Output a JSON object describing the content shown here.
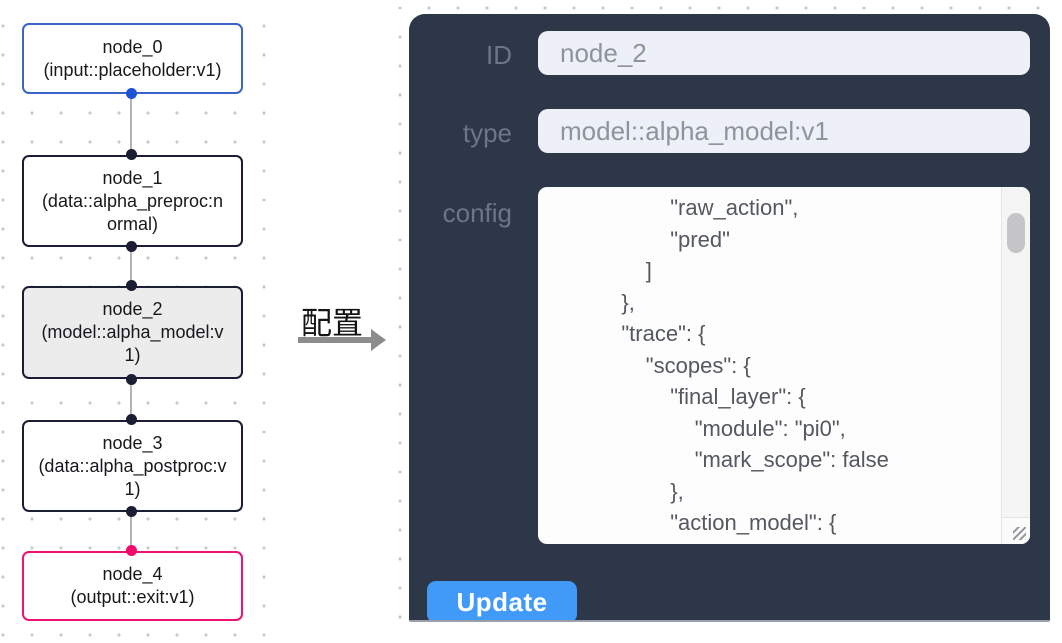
{
  "flow": {
    "nodes": [
      {
        "title": "node_0",
        "subtitle": "(input::placeholder:v1)",
        "kind": "input"
      },
      {
        "title": "node_1",
        "subtitle": "(data::alpha_preproc:normal)",
        "kind": "default"
      },
      {
        "title": "node_2",
        "subtitle": "(model::alpha_model:v1)",
        "kind": "default",
        "selected": true
      },
      {
        "title": "node_3",
        "subtitle": "(data::alpha_postproc:v1)",
        "kind": "default"
      },
      {
        "title": "node_4",
        "subtitle": "(output::exit:v1)",
        "kind": "output"
      }
    ],
    "colors": {
      "input_accent": "#3a64c8",
      "input_handle": "#1e52d4",
      "default_accent": "#1a1d33",
      "output_accent": "#f01270",
      "output_handle": "#f5086e",
      "edge": "#b3b3b9",
      "selected_node_bg": "#ececec"
    }
  },
  "annotation": {
    "label": "配置"
  },
  "panel": {
    "background": "#2d3748",
    "fields": [
      {
        "label": "ID",
        "value": "node_2"
      },
      {
        "label": "type",
        "value": "model::alpha_model:v1"
      }
    ],
    "config": {
      "label": "config",
      "text": "                    \"raw_action\",\n                    \"pred\"\n                ]\n            },\n            \"trace\": {\n                \"scopes\": {\n                    \"final_layer\": {\n                        \"module\": \"pi0\",\n                        \"mark_scope\": false\n                    },\n                    \"action_model\": {"
    },
    "update_button": {
      "label": "Update",
      "color": "#4199f8"
    }
  }
}
